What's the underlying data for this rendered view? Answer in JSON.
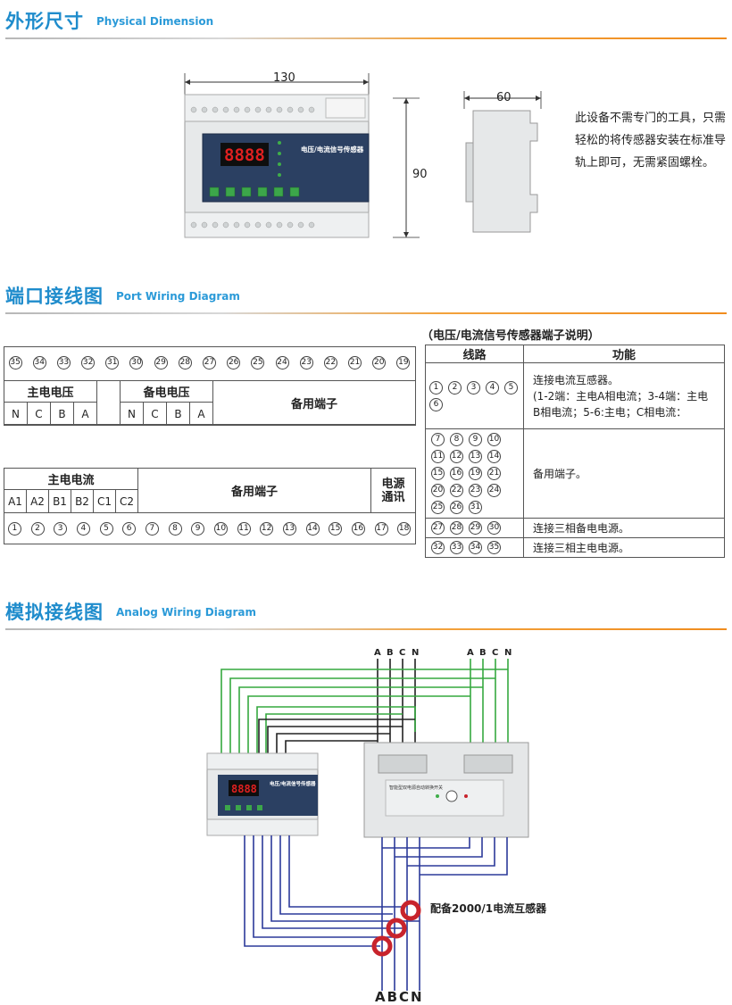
{
  "sections": {
    "dimension": {
      "cn": "外形尺寸",
      "en": "Physical Dimension"
    },
    "port": {
      "cn": "端口接线图",
      "en": "Port Wiring Diagram"
    },
    "analog": {
      "cn": "模拟接线图",
      "en": "Analog Wiring Diagram"
    }
  },
  "dimension": {
    "width": "130",
    "height": "90",
    "depth": "60",
    "device_title": "电压/电流信号传感器",
    "display": "8888",
    "description": [
      "此设备不需专门的工具，只需",
      "轻松的将传感器安装在标准导",
      "轨上即可，无需紧固螺栓。"
    ]
  },
  "port_table": {
    "top_numbers": [
      "35",
      "34",
      "33",
      "32",
      "31",
      "30",
      "29",
      "28",
      "27",
      "26",
      "25",
      "24",
      "23",
      "22",
      "21",
      "20",
      "19"
    ],
    "main_voltage": "主电电压",
    "backup_voltage": "备电电压",
    "spare": "备用端子",
    "phases": [
      "N",
      "C",
      "B",
      "A"
    ],
    "main_current": "主电电流",
    "current_labels": [
      "A1",
      "A2",
      "B1",
      "B2",
      "C1",
      "C2"
    ],
    "power_comm": [
      "电源",
      "通讯"
    ],
    "bottom_numbers": [
      "1",
      "2",
      "3",
      "4",
      "5",
      "6",
      "7",
      "8",
      "9",
      "10",
      "11",
      "12",
      "13",
      "14",
      "15",
      "16",
      "17",
      "18"
    ]
  },
  "terminal_desc": {
    "caption": "（电压/电流信号传感器端子说明）",
    "col_line": "线路",
    "col_func": "功能",
    "rows": [
      {
        "nums": [
          "1",
          "2",
          "3",
          "4",
          "5",
          "6"
        ],
        "func": [
          "连接电流互感器。",
          "(1-2端：主电A相电流；3-4端：主电",
          "B相电流；5-6:主电；C相电流："
        ]
      },
      {
        "nums": [
          "7",
          "8",
          "9",
          "10",
          "11",
          "12",
          "13",
          "14",
          "15",
          "16",
          "19",
          "21",
          "20",
          "22",
          "23",
          "24",
          "25",
          "26",
          "31"
        ],
        "func": [
          "备用端子。"
        ]
      },
      {
        "nums": [
          "27",
          "28",
          "29",
          "30"
        ],
        "func": [
          "连接三相备电电源。"
        ]
      },
      {
        "nums": [
          "32",
          "33",
          "34",
          "35"
        ],
        "func": [
          "连接三相主电电源。"
        ]
      }
    ]
  },
  "analog": {
    "top_left_phases": [
      "A",
      "B",
      "C",
      "N"
    ],
    "top_right_phases": [
      "A",
      "B",
      "C",
      "N"
    ],
    "bottom_phases": "ABCN",
    "ct_label": "配备2000/1电流互感器",
    "device_title": "电压/电流信号传感器",
    "display": "8888",
    "switch_title": "智能型双电源自动转换开关",
    "colors": {
      "green": "#35a83f",
      "black": "#222222",
      "blue": "#2c3a9a",
      "red": "#c8232c",
      "accent": "#1f8ccc"
    }
  }
}
